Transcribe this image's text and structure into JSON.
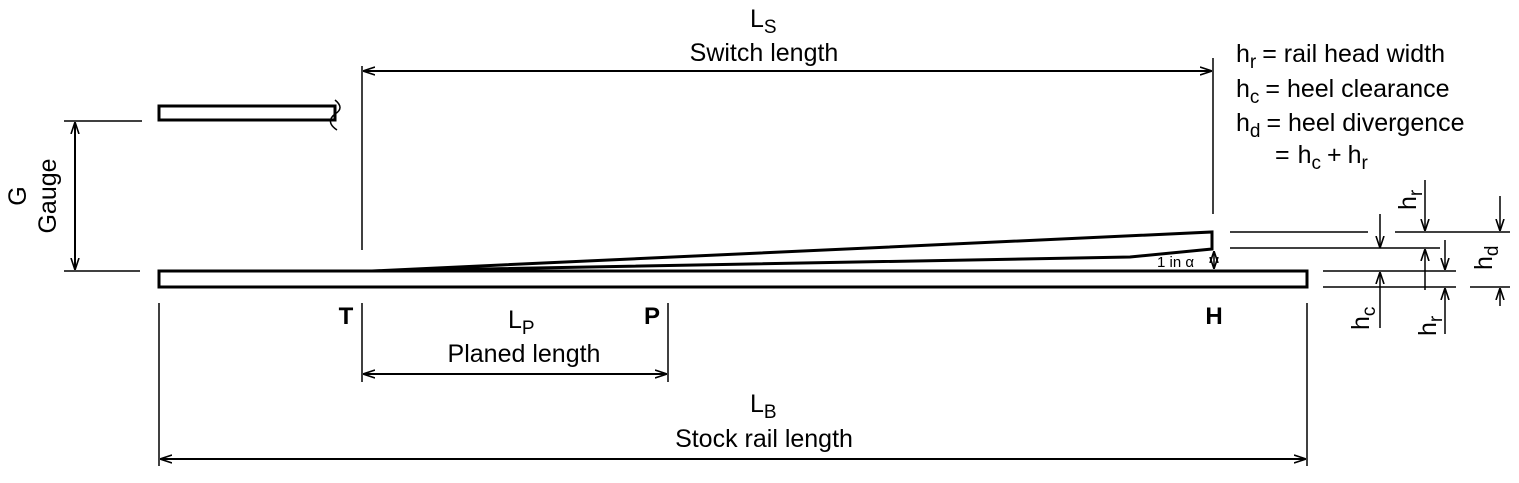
{
  "dimensions": {
    "switch_length": {
      "symbol": "L",
      "subscript": "S",
      "label": "Switch length"
    },
    "planed_length": {
      "symbol": "L",
      "subscript": "P",
      "label": "Planed length"
    },
    "stock_rail_length": {
      "symbol": "L",
      "subscript": "B",
      "label": "Stock rail length"
    },
    "gauge": {
      "symbol": "G",
      "label": "Gauge"
    }
  },
  "points": {
    "toe": "T",
    "planed_end": "P",
    "heel": "H"
  },
  "angle_label": "1 in α",
  "legend": {
    "rail_head": {
      "sym": "h",
      "sub": "r",
      "text": "= rail head width"
    },
    "heel_clearance": {
      "sym": "h",
      "sub": "c",
      "text": "= heel clearance"
    },
    "heel_divergence": {
      "sym": "h",
      "sub": "d",
      "text": "= heel divergence"
    },
    "eq_prefix": "=",
    "eq_a_sym": "h",
    "eq_a_sub": "c",
    "eq_plus": "+",
    "eq_b_sym": "h",
    "eq_b_sub": "r"
  },
  "heel_dims": {
    "hr_top": {
      "sym": "h",
      "sub": "r"
    },
    "hc": {
      "sym": "h",
      "sub": "c"
    },
    "hr_bottom": {
      "sym": "h",
      "sub": "r"
    },
    "hd": {
      "sym": "h",
      "sub": "d"
    }
  }
}
